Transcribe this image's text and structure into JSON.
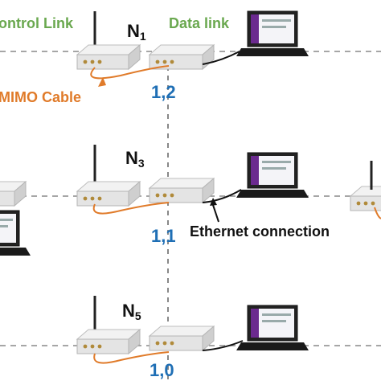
{
  "labels": {
    "control_link": "ontrol Link",
    "data_link": "Data link",
    "mimo_cable": "MIMO Cable",
    "ethernet": "Ethernet connection"
  },
  "nodes": [
    {
      "name": "N",
      "sub": "1",
      "coord": "1,2"
    },
    {
      "name": "N",
      "sub": "3",
      "coord": "1,1"
    },
    {
      "name": "N",
      "sub": "5",
      "coord": "1,0"
    }
  ],
  "colors": {
    "control": "#6aa84f",
    "cable": "#e07b2a",
    "coord": "#1f6fb5",
    "screen": "#6b2a8f"
  }
}
